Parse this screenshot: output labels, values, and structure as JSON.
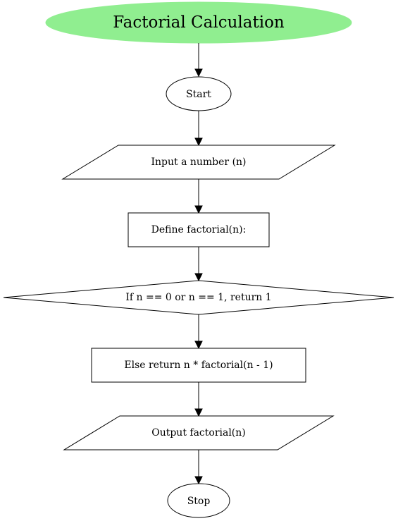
{
  "colors": {
    "title_fill": "#90ee90",
    "stroke": "#000000",
    "background": "#ffffff"
  },
  "nodes": {
    "title": "Factorial Calculation",
    "start": "Start",
    "input": "Input a number (n)",
    "define": "Define factorial(n):",
    "decision": "If n == 0 or n == 1, return 1",
    "else_step": "Else return n * factorial(n - 1)",
    "output": "Output factorial(n)",
    "stop": "Stop"
  }
}
